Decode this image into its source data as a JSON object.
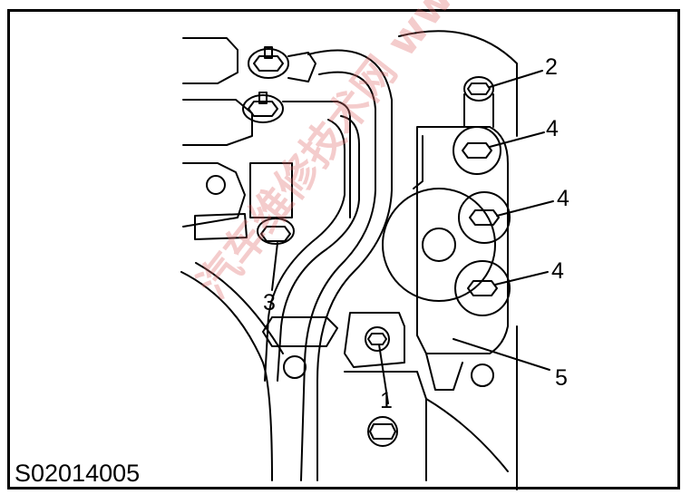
{
  "figure": {
    "id_label": "S02014005"
  },
  "callouts": [
    {
      "label": "1"
    },
    {
      "label": "2"
    },
    {
      "label": "3"
    },
    {
      "label": "4"
    },
    {
      "label": "4"
    },
    {
      "label": "4"
    },
    {
      "label": "5"
    }
  ],
  "watermark": {
    "text": "汽车维修技术网 www.qcwxjs.com"
  },
  "colors": {
    "ink": "#000000",
    "background": "#ffffff",
    "watermark": "#e07070"
  }
}
